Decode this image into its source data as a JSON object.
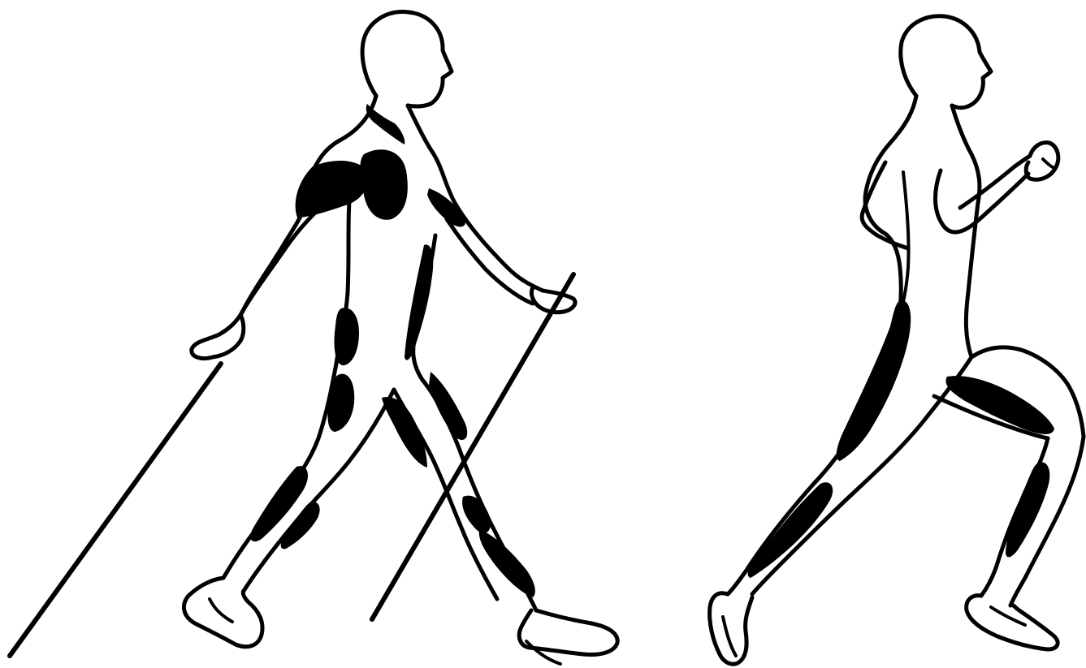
{
  "image": {
    "kind": "line-illustration",
    "figures": [
      {
        "name": "nordic-walker",
        "has_poles": true
      },
      {
        "name": "runner",
        "has_poles": false
      }
    ]
  },
  "colors": {
    "ink": "#000000",
    "background": "#ffffff"
  }
}
